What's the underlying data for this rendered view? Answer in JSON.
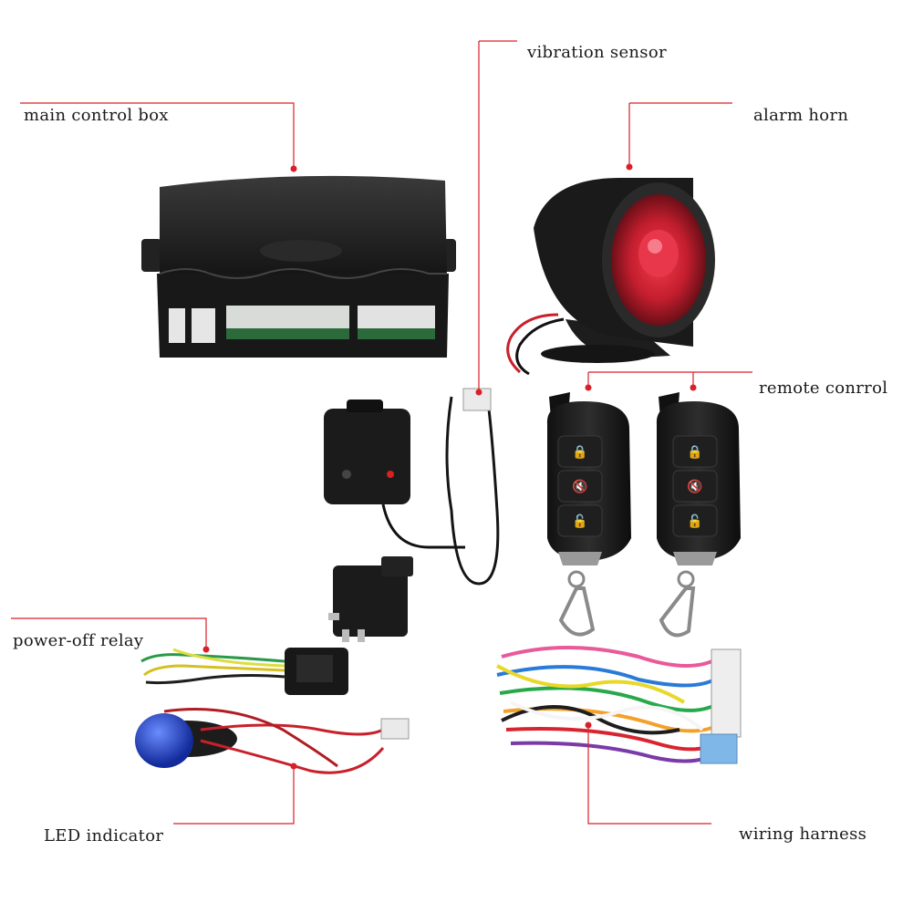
{
  "labels": {
    "main_control_box": "main control box",
    "vibration_sensor": "vibration sensor",
    "alarm_horn": "alarm horn",
    "remote_control": "remote conrrol",
    "power_off_relay": "power-off relay",
    "led_indicator": "LED indicator",
    "wiring_harness": "wiring harness"
  },
  "colors": {
    "leader_line": "#d9202a",
    "component_body": "#1c1c1c",
    "horn_cone": "#d3283a",
    "led": "#1e44c8"
  }
}
